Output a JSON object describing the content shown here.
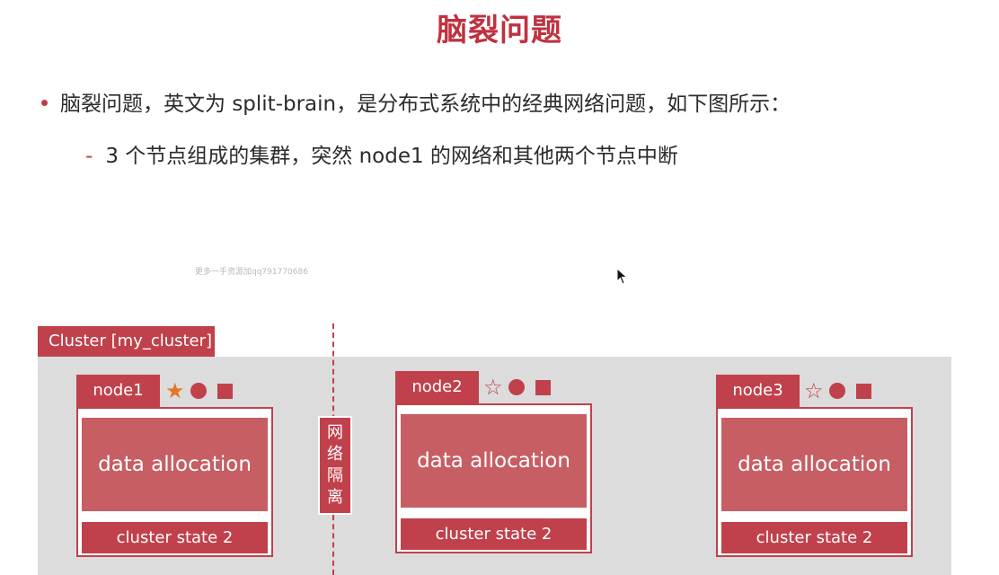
{
  "title": "脑裂问题",
  "bullet": "脑裂问题，英文为 split-brain，是分布式系统中的经典网络问题，如下图所示：",
  "sub_bullet": "3 个节点组成的集群，突然 node1 的网络和其他两个节点中断",
  "sub_bullet_marker": "-",
  "watermark": "更多一手资源加qq791770686",
  "cluster_label": "Cluster [my_cluster]",
  "partition_label": "网络隔离",
  "colors": {
    "accent": "#c0414b",
    "data_fill": "#c65e64",
    "star_filled": "#e07a2a",
    "background": "#dcdcdc"
  },
  "nodes": [
    {
      "name": "node1",
      "data_label": "data allocation",
      "state_label": "cluster state 2",
      "star": "★",
      "icons": [
        "star-filled-icon",
        "circle-icon",
        "square-icon"
      ]
    },
    {
      "name": "node2",
      "data_label": "data allocation",
      "state_label": "cluster state 2",
      "star": "☆",
      "icons": [
        "star-outline-icon",
        "circle-icon",
        "square-icon"
      ]
    },
    {
      "name": "node3",
      "data_label": "data allocation",
      "state_label": "cluster state 2",
      "star": "☆",
      "icons": [
        "star-outline-icon",
        "circle-icon",
        "square-icon"
      ]
    }
  ]
}
